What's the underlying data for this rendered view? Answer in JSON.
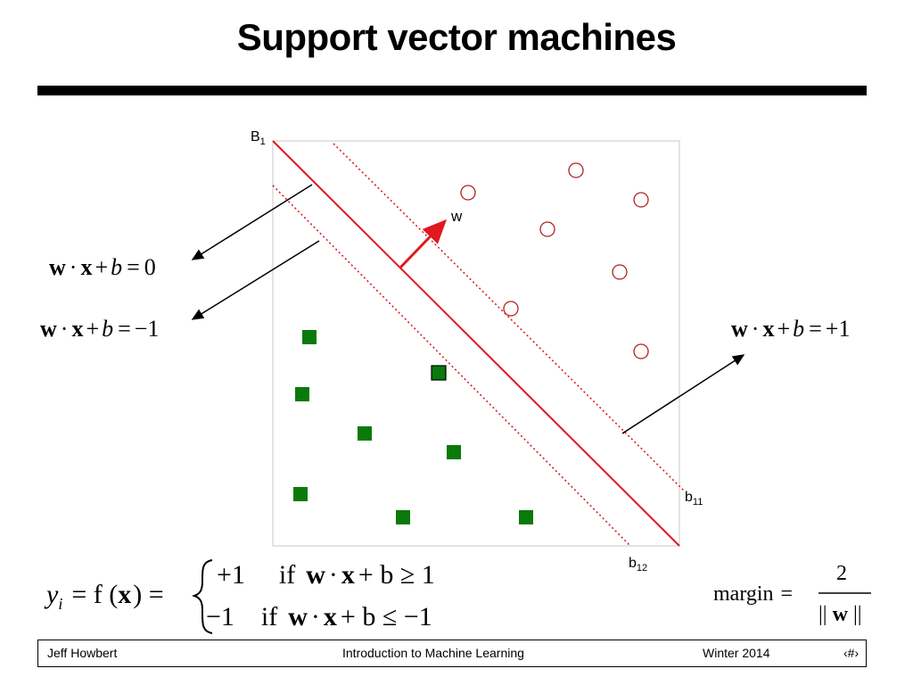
{
  "slide": {
    "title": "Support vector machines"
  },
  "diagram": {
    "boundary_label": "B",
    "boundary_sub": "1",
    "upper_margin_label": "b",
    "upper_margin_sub": "11",
    "lower_margin_label": "b",
    "lower_margin_sub": "12",
    "normal_vector_label": "w",
    "class_positive_marker": "circle",
    "class_negative_marker": "square",
    "positive_color": "#b22222",
    "negative_color": "#0a7a0a",
    "boundary_color": "#e0191f"
  },
  "equations": {
    "hyperplane": {
      "w": "w",
      "dot": "·",
      "x": "x",
      "plus": "+",
      "b": "b",
      "eq": "=",
      "rhs": "0"
    },
    "lower_margin": {
      "w": "w",
      "dot": "·",
      "x": "x",
      "plus": "+",
      "b": "b",
      "eq": "=",
      "rhs": "−1"
    },
    "upper_margin": {
      "w": "w",
      "dot": "·",
      "x": "x",
      "plus": "+",
      "b": "b",
      "eq": "=",
      "rhs": "+1"
    },
    "decision": {
      "lhs_y": "y",
      "lhs_i": "i",
      "lhs_f": "= f (",
      "lhs_x": "x",
      "lhs_close": ") =",
      "case1_value": "+1",
      "case1_if": "if",
      "case1_expr_w": "w",
      "case1_expr_mid": "·",
      "case1_expr_x": "x",
      "case1_expr_rest": "+ b ≥ 1",
      "case2_value": "−1",
      "case2_if": "if",
      "case2_expr_w": "w",
      "case2_expr_mid": "·",
      "case2_expr_x": "x",
      "case2_expr_rest": "+ b ≤ −1"
    },
    "margin": {
      "label": "margin",
      "eq": "=",
      "numerator": "2",
      "norm_left": "||",
      "norm_w": "w",
      "norm_right": "||"
    }
  },
  "footer": {
    "author": "Jeff Howbert",
    "course": "Introduction to Machine Learning",
    "term": "Winter 2014",
    "page": "‹#›"
  }
}
